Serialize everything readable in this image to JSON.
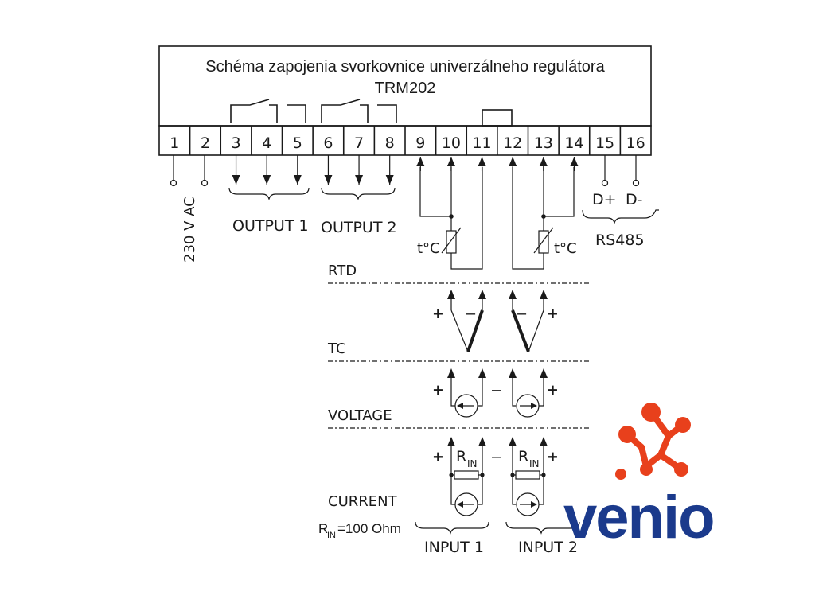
{
  "title": {
    "line1": "Schéma zapojenia svorkovnice univerzálneho regulátora",
    "line2": "TRM202"
  },
  "terminals": [
    "1",
    "2",
    "3",
    "4",
    "5",
    "6",
    "7",
    "8",
    "9",
    "10",
    "11",
    "12",
    "13",
    "14",
    "15",
    "16"
  ],
  "labels": {
    "power": "230 V AC",
    "output1": "OUTPUT 1",
    "output2": "OUTPUT 2",
    "d_plus": "D+",
    "d_minus": "D-",
    "rs485": "RS485",
    "temp": "t°C",
    "rtd": "RTD",
    "tc": "TC",
    "voltage": "VOLTAGE",
    "current": "CURRENT",
    "rin_main": "R",
    "rin_sub": "IN",
    "rin_value": "=100 Ohm",
    "input1": "INPUT 1",
    "input2": "INPUT 2",
    "plus": "+",
    "minus": "–"
  },
  "logo": {
    "text": "venio",
    "colors": {
      "text": "#1b3a8c",
      "accent": "#e8401c"
    }
  }
}
